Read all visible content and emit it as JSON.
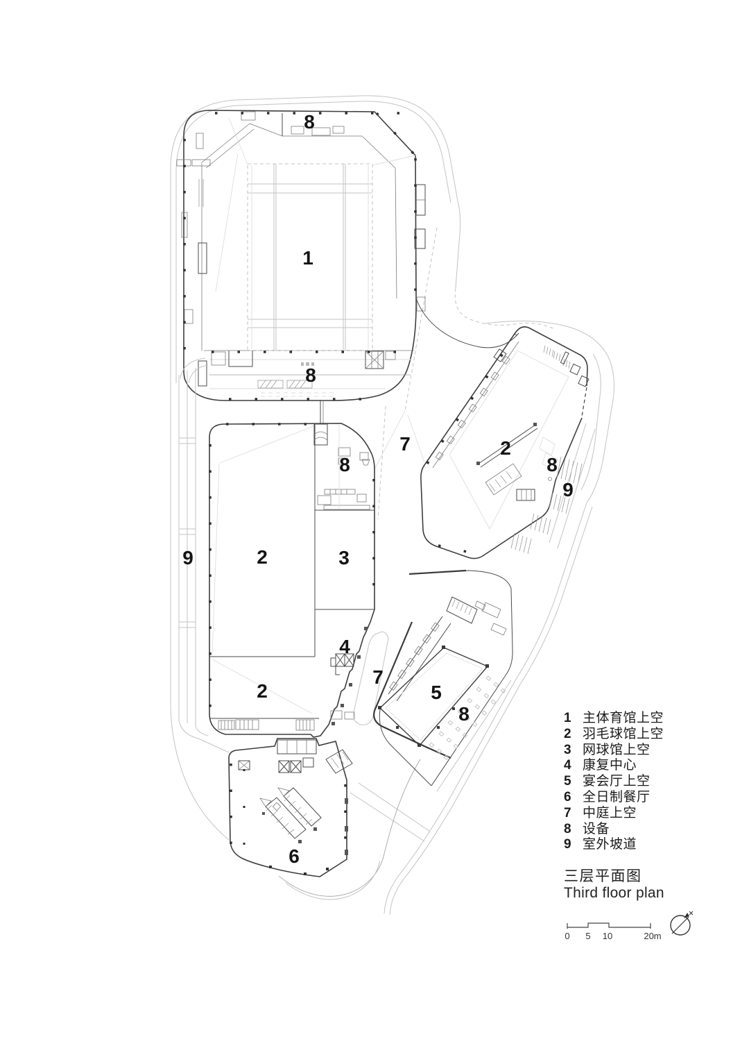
{
  "plan": {
    "room_labels": [
      {
        "text": "8"
      },
      {
        "text": "1"
      },
      {
        "text": "8"
      },
      {
        "text": "7"
      },
      {
        "text": "2"
      },
      {
        "text": "8"
      },
      {
        "text": "9"
      },
      {
        "text": "8"
      },
      {
        "text": "9"
      },
      {
        "text": "2"
      },
      {
        "text": "3"
      },
      {
        "text": "4"
      },
      {
        "text": "7"
      },
      {
        "text": "2"
      },
      {
        "text": "5"
      },
      {
        "text": "8"
      },
      {
        "text": "6"
      }
    ]
  },
  "legend": {
    "items": [
      {
        "num": "1",
        "label": "主体育馆上空"
      },
      {
        "num": "2",
        "label": "羽毛球馆上空"
      },
      {
        "num": "3",
        "label": "网球馆上空"
      },
      {
        "num": "4",
        "label": "康复中心"
      },
      {
        "num": "5",
        "label": "宴会厅上空"
      },
      {
        "num": "6",
        "label": "全日制餐厅"
      },
      {
        "num": "7",
        "label": "中庭上空"
      },
      {
        "num": "8",
        "label": "设备"
      },
      {
        "num": "9",
        "label": "室外坡道"
      }
    ]
  },
  "title": {
    "zh": "三层平面图",
    "en": "Third floor plan"
  },
  "scale_bar": {
    "t0": "0",
    "t5": "5",
    "t10": "10",
    "t20": "20m"
  },
  "colors": {
    "wall": "#3d3d3d",
    "site_line": "#c3c3c3",
    "hatch": "#9b9b9b",
    "text": "#1b1b1b",
    "background": "#ffffff"
  }
}
